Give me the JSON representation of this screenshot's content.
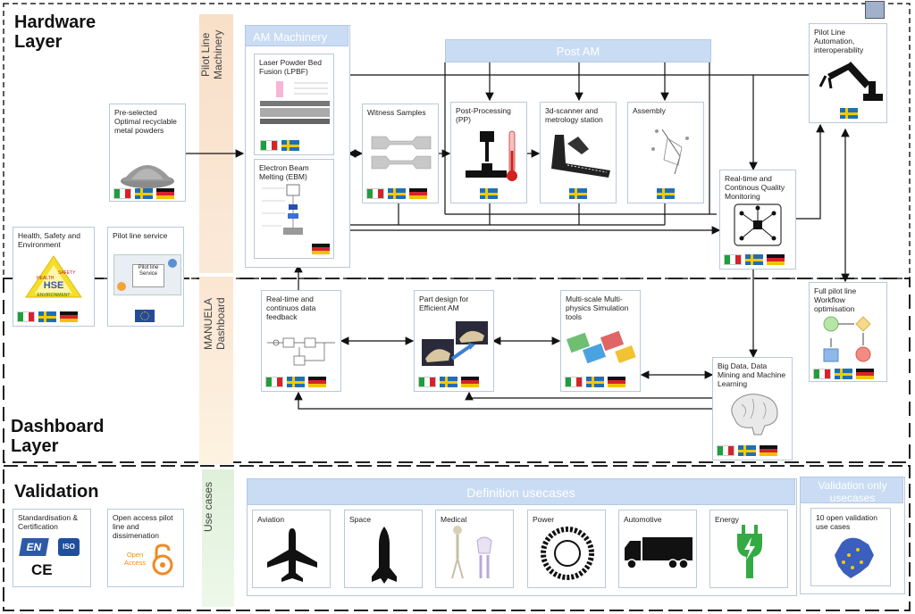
{
  "layers": {
    "hardware": [
      "Hardware",
      "Layer"
    ],
    "dashboard": [
      "Dashboard",
      "Layer"
    ],
    "validation": "Validation"
  },
  "bands": {
    "pilot_line_machinery": [
      "Pilot Line",
      "Machinery"
    ],
    "manuela_dashboard": [
      "MANUELA",
      "Dashboard"
    ],
    "use_cases": "Use cases"
  },
  "headers": {
    "am_machinery": "AM Machinery",
    "post_am": "Post AM",
    "definition_usecases": "Definition usecases",
    "validation_only": "Validation only usecases"
  },
  "hardware": {
    "powders": "Pre-selected Optimal recyclable metal powders",
    "hse": "Health, Safety and Environment",
    "hse_triangle": {
      "health": "HEALTH",
      "safety": "SAFETY",
      "environment": "ENVIRONMENT",
      "hse": "HSE"
    },
    "pilot_service": "Pilot line service",
    "pilot_service_img": "Pilot line Service",
    "lpbf": "Laser Powder Bed Fusion (LPBF)",
    "ebm": "Electron Beam Melting (EBM)",
    "witness": "Witness Samples",
    "post_processing": "Post-Processing (PP)",
    "scanner": "3d-scanner and metrology station",
    "assembly": "Assembly",
    "automation": "Pilot Line Automation, interoperability",
    "monitoring": "Real-time and Continous Quality Monitoring"
  },
  "dashboard": {
    "feedback": "Real-time and continuos data feedback",
    "part_design": "Part design for Efficient AM",
    "multiscale": "Multi-scale Multi-physics Simulation tools",
    "workflow": "Full pilot line Workflow optimisation",
    "bigdata": "Big Data, Data Mining and Machine Learning"
  },
  "validation": {
    "standardisation": "Standardisation & Certification",
    "open_access": "Open access pilot line and dissimenation",
    "open_access_logo": "Open Access",
    "logos": {
      "en": "EN",
      "iso": "ISO",
      "ce": "CE"
    },
    "usecases": [
      "Aviation",
      "Space",
      "Medical",
      "Power",
      "Automotive",
      "Energy"
    ],
    "open_validation": "10 open validation use cases"
  },
  "colors": {
    "header_blue": "#c9dcf4",
    "band_orange": "#f6dcc4",
    "band_green": "#dcefd8",
    "arrow": "#111111"
  }
}
